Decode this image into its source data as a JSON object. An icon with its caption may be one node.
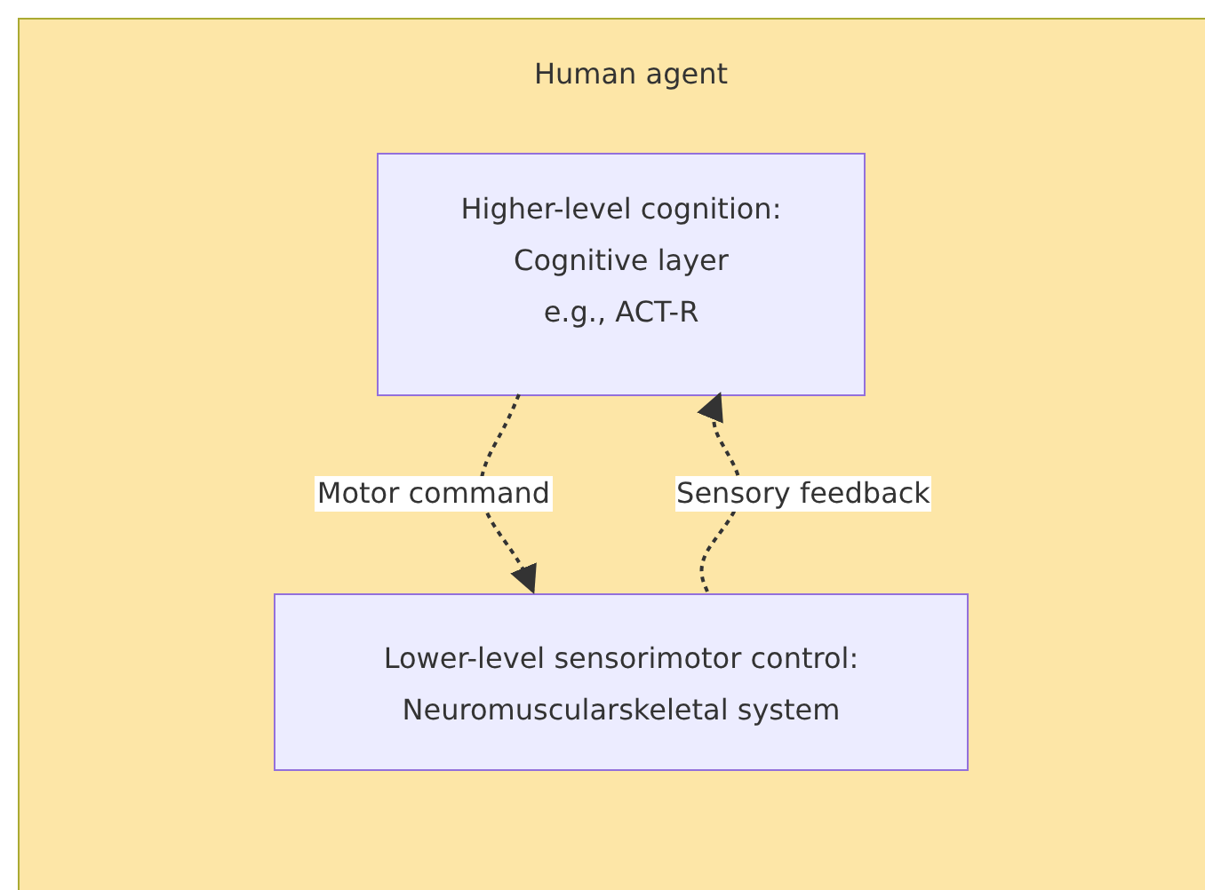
{
  "diagram": {
    "nodes": [
      {
        "text": [
          "Human agent"
        ]
      },
      {
        "text": [
          "Higher-level cognition:",
          "Cognitive layer",
          "e.g., ACT-R"
        ],
        "in": 0
      },
      {
        "text": [
          "Lower-level sensorimotor control:",
          "Neuromuscularskeletal system"
        ],
        "in": 0
      }
    ],
    "edges": [
      {
        "from": 1,
        "to": 2,
        "arrow": "to",
        "label": "Motor command",
        "style": "dashed"
      },
      {
        "from": 2,
        "to": 1,
        "arrow": "to",
        "label": "Sensory feedback",
        "style": "dashed"
      }
    ]
  }
}
